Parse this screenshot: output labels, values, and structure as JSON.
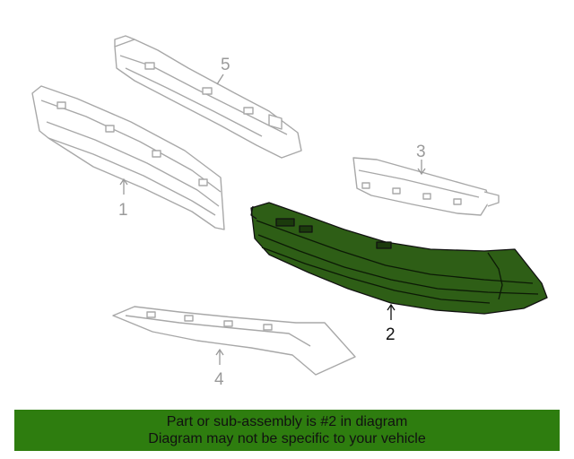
{
  "colors": {
    "highlight_fill": "#2e5e16",
    "banner_background": "#2e7d0f",
    "outline_gray": "#a8a8a8",
    "text_dark": "#111111"
  },
  "diagram": {
    "callouts": [
      {
        "id": "1",
        "label": "1"
      },
      {
        "id": "2",
        "label": "2"
      },
      {
        "id": "3",
        "label": "3"
      },
      {
        "id": "4",
        "label": "4"
      },
      {
        "id": "5",
        "label": "5"
      }
    ],
    "highlighted_part": "2"
  },
  "banner": {
    "line1": "Part or sub-assembly is #2 in diagram",
    "line2": "Diagram may not be specific to your vehicle"
  }
}
